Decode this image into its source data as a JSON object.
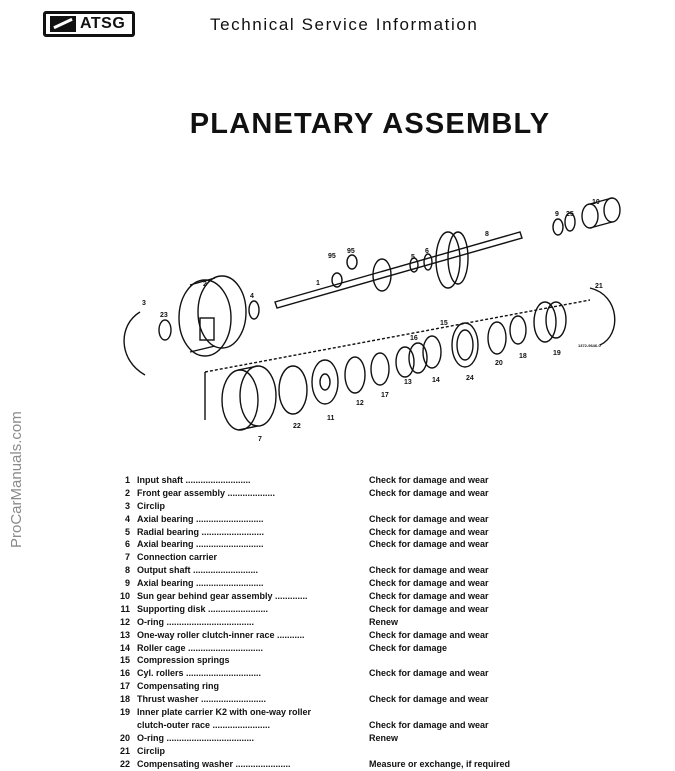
{
  "header": {
    "logo_text": "ATSG",
    "title": "Technical Service Information"
  },
  "page_title": "PLANETARY ASSEMBLY",
  "watermark": "ProCarManuals.com",
  "diagram": {
    "callouts": [
      "1",
      "2",
      "3",
      "4",
      "5",
      "6",
      "7",
      "8",
      "9",
      "10",
      "11",
      "12",
      "13",
      "14",
      "15",
      "16",
      "17",
      "18",
      "19",
      "20",
      "21",
      "22",
      "23",
      "24",
      "25",
      "95",
      "95"
    ],
    "figure_code": "1372-9646-0"
  },
  "parts": [
    {
      "num": "1",
      "name": "Input shaft ..........................",
      "action": "Check for damage and wear"
    },
    {
      "num": "2",
      "name": "Front gear assembly ...................",
      "action": "Check for damage and wear"
    },
    {
      "num": "3",
      "name": "Circlip",
      "action": ""
    },
    {
      "num": "4",
      "name": "Axial bearing ...........................",
      "action": "Check for damage and wear"
    },
    {
      "num": "5",
      "name": "Radial bearing .........................",
      "action": "Check for damage and wear"
    },
    {
      "num": "6",
      "name": "Axial bearing ...........................",
      "action": "Check for damage and wear"
    },
    {
      "num": "7",
      "name": "Connection carrier",
      "action": ""
    },
    {
      "num": "8",
      "name": "Output shaft ..........................",
      "action": "Check for damage and wear"
    },
    {
      "num": "9",
      "name": "Axial bearing ...........................",
      "action": "Check for damage and wear"
    },
    {
      "num": "10",
      "name": "Sun gear behind gear assembly .............",
      "action": "Check for damage and wear"
    },
    {
      "num": "11",
      "name": "Supporting disk ........................",
      "action": "Check for damage and wear"
    },
    {
      "num": "12",
      "name": "O-ring ...................................",
      "action": "Renew"
    },
    {
      "num": "13",
      "name": "One-way roller clutch-inner race ...........",
      "action": "Check for damage and wear"
    },
    {
      "num": "14",
      "name": "Roller cage ..............................",
      "action": "Check for damage"
    },
    {
      "num": "15",
      "name": "Compression springs",
      "action": ""
    },
    {
      "num": "16",
      "name": "Cyl. rollers ..............................",
      "action": "Check for damage and wear"
    },
    {
      "num": "17",
      "name": "Compensating ring",
      "action": ""
    },
    {
      "num": "18",
      "name": "Thrust washer ..........................",
      "action": "Check for damage and wear"
    },
    {
      "num": "19",
      "name": "Inner plate carrier K2 with one-way roller",
      "action": ""
    },
    {
      "num": "",
      "name": "clutch-outer race .......................",
      "action": "Check for damage and wear"
    },
    {
      "num": "20",
      "name": "O-ring ...................................",
      "action": "Renew"
    },
    {
      "num": "21",
      "name": "Circlip",
      "action": ""
    },
    {
      "num": "22",
      "name": "Compensating washer ......................",
      "action": "Measure or exchange, if required"
    }
  ]
}
